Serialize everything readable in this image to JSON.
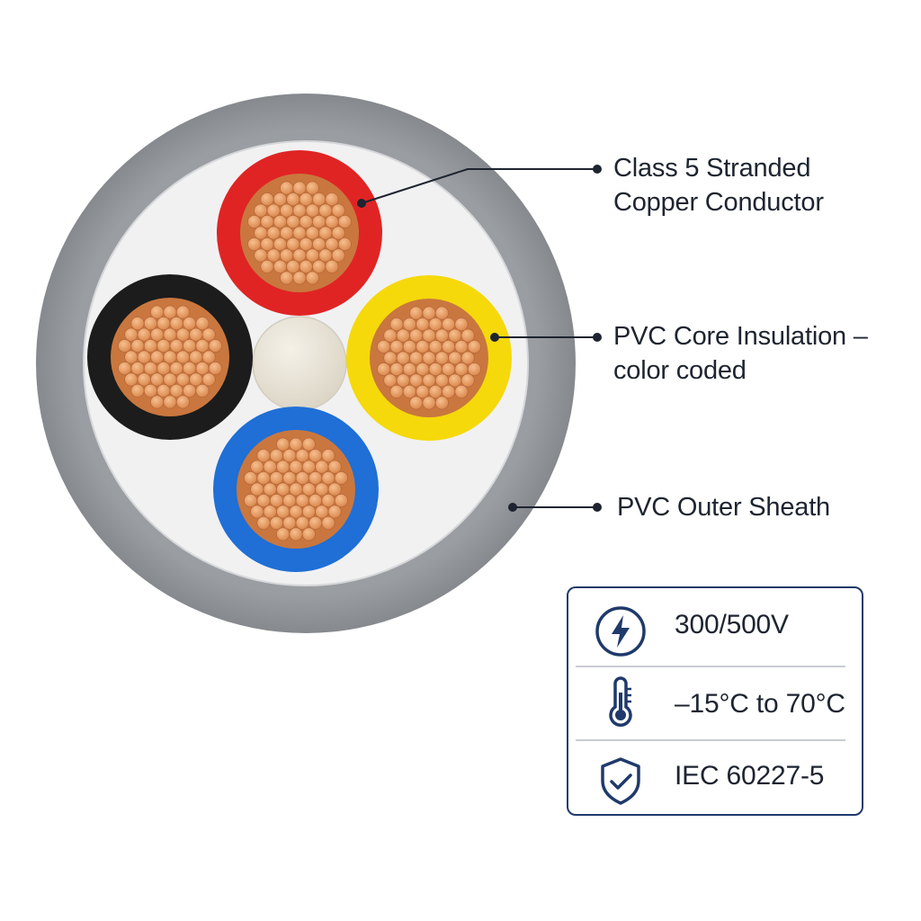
{
  "callouts": {
    "conductor": [
      "Class 5 Stranded",
      "Copper Conductor"
    ],
    "insulation": [
      "PVC Core Insulation –",
      "color coded"
    ],
    "sheath": [
      "PVC Outer Sheath"
    ]
  },
  "specs": [
    {
      "icon": "lightning-bolt-icon",
      "text": "300/500V"
    },
    {
      "icon": "thermometer-icon",
      "text": "–15°C to 70°C"
    },
    {
      "icon": "shield-check-icon",
      "text": "IEC 60227-5"
    }
  ],
  "colors": {
    "sheath": "#8e9196",
    "sheath_inner": "#f1f1f2",
    "core_red": "#e02424",
    "core_yellow": "#f5d90a",
    "core_blue": "#1f6fd6",
    "core_black": "#1c1c1c",
    "copper": "#e19a5e",
    "filler": "#e8e2d6",
    "accent": "#1f3a6b"
  }
}
